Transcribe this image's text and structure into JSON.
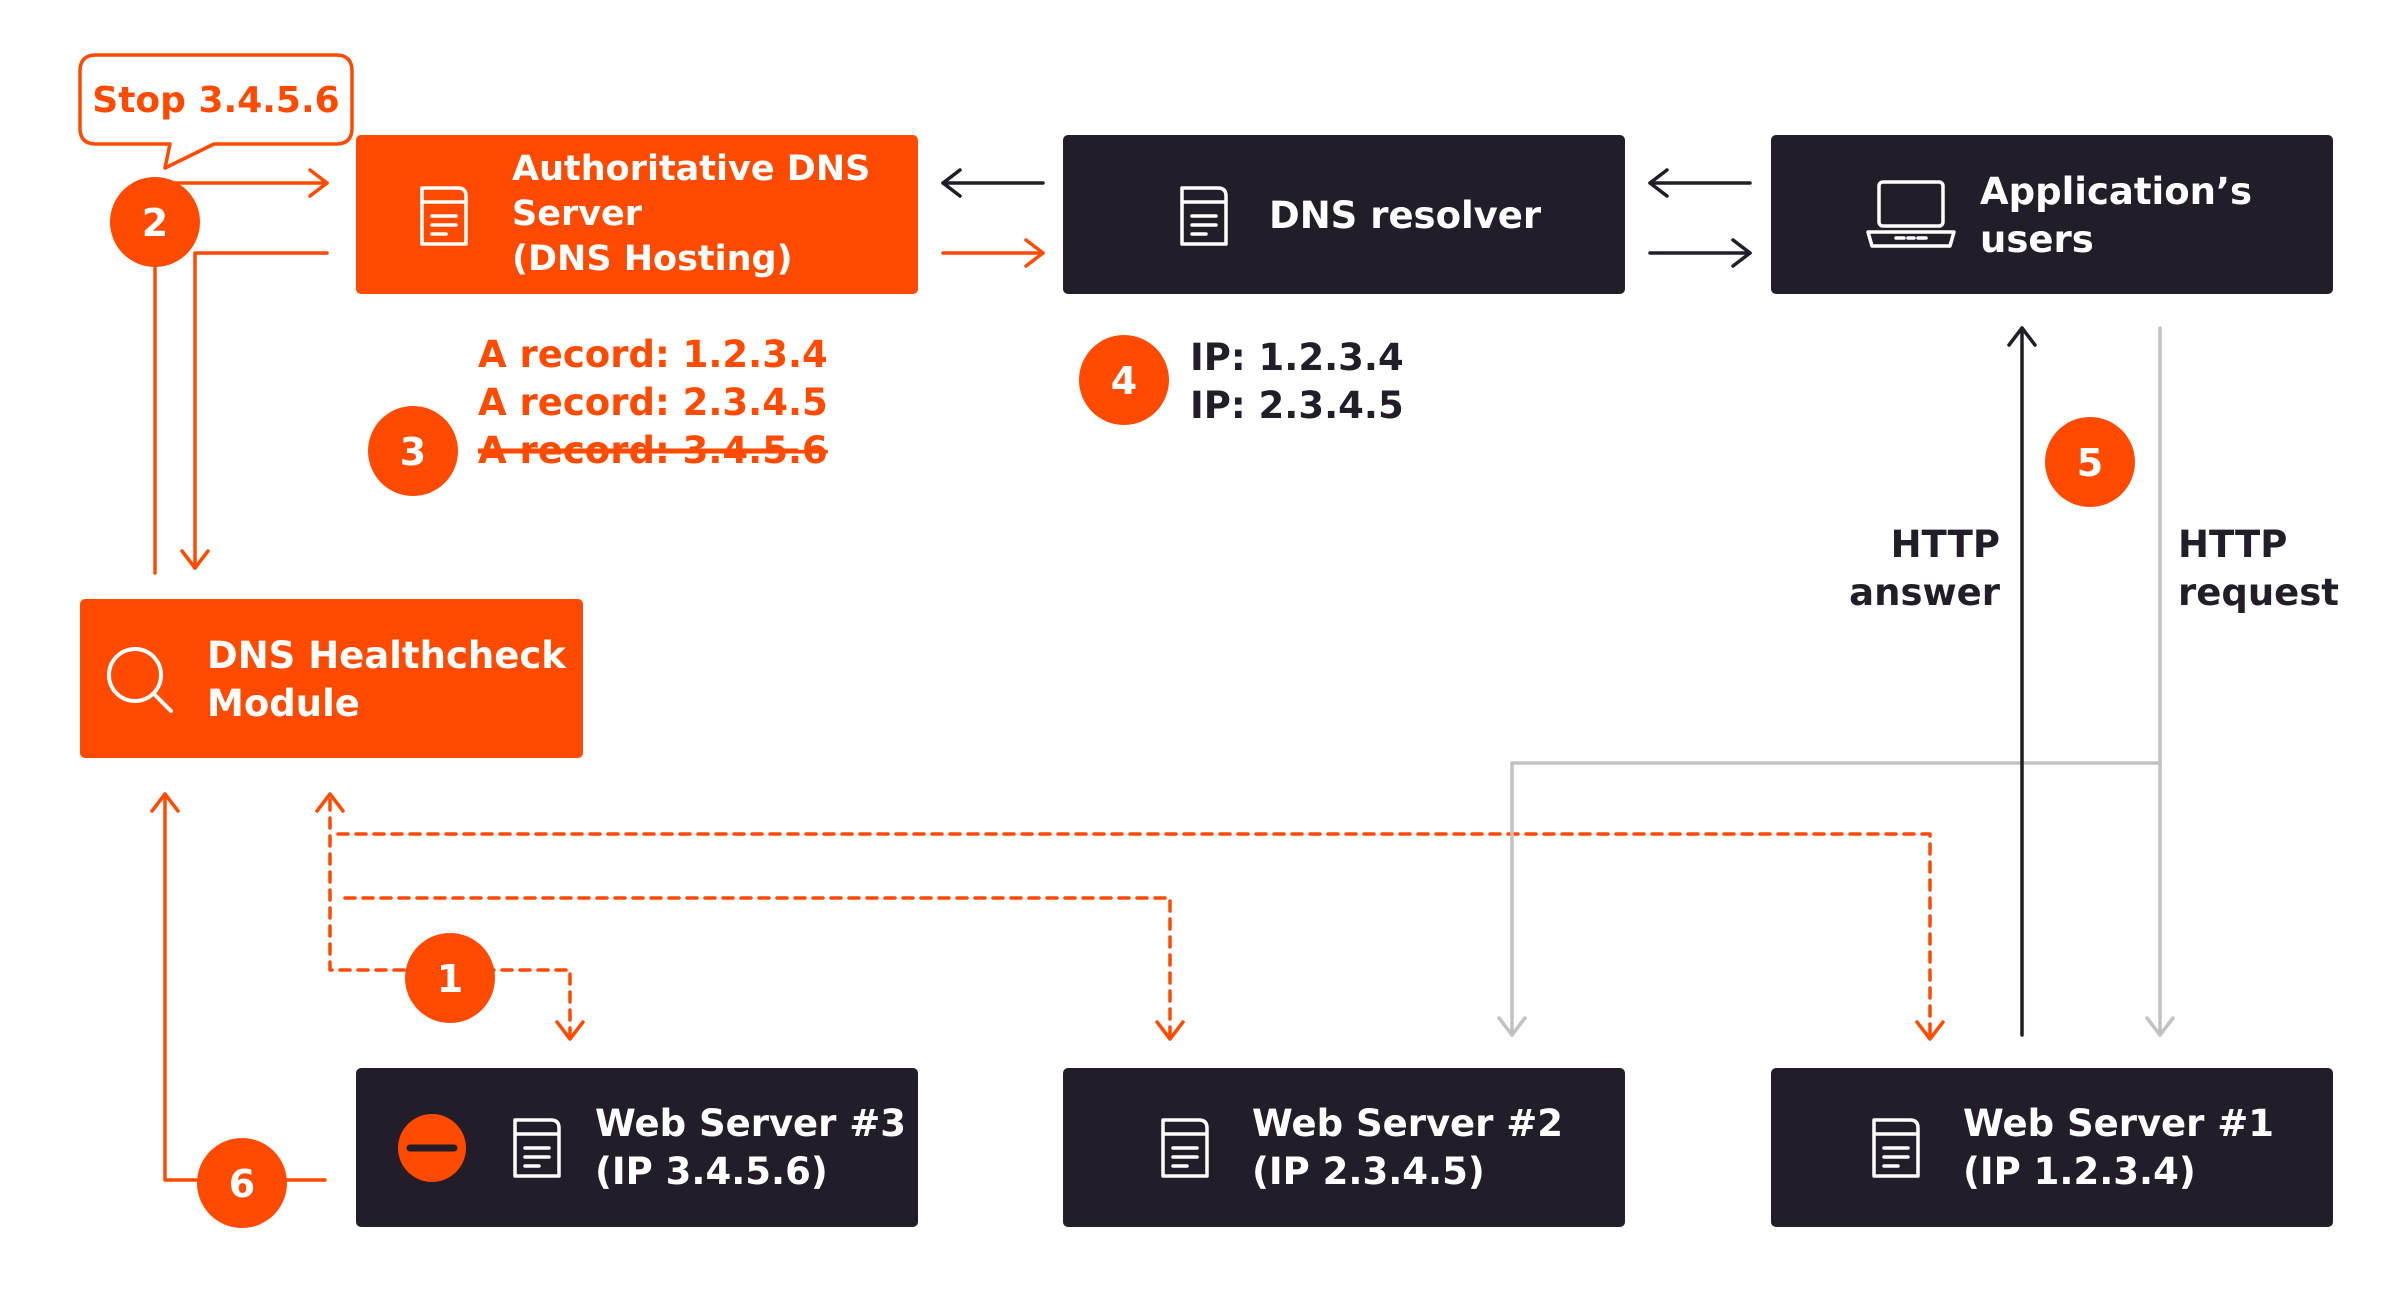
{
  "colors": {
    "accent": "#ff4a00",
    "dark_box": "#231d29",
    "gray_line": "#c2c2c2",
    "white": "#ffffff"
  },
  "callout": {
    "text": "Stop 3.4.5.6"
  },
  "steps": [
    "1",
    "2",
    "3",
    "4",
    "5",
    "6"
  ],
  "authoritative": {
    "line1": "Authoritative DNS",
    "line2": "Server",
    "line3": "(DNS Hosting)",
    "icon": "server-icon"
  },
  "resolver": {
    "label": "DNS resolver",
    "icon": "server-icon"
  },
  "users": {
    "line1": "Application’s",
    "line2": "users",
    "icon": "laptop-icon"
  },
  "healthcheck": {
    "line1": "DNS Healthcheck",
    "line2": "Module",
    "icon": "search-icon"
  },
  "records": {
    "items": [
      "A record: 1.2.3.4",
      "A record: 2.3.4.5",
      "A record: 3.4.5.6"
    ],
    "struck_index": 2
  },
  "resolved_ips": [
    "IP: 1.2.3.4",
    "IP: 2.3.4.5"
  ],
  "http": {
    "answer": [
      "HTTP",
      "answer"
    ],
    "request": [
      "HTTP",
      "request"
    ]
  },
  "servers": [
    {
      "line1": "Web Server #3",
      "line2": "(IP 3.4.5.6)",
      "status": "stopped",
      "icon": "server-icon"
    },
    {
      "line1": "Web Server #2",
      "line2": "(IP 2.3.4.5)",
      "status": "active",
      "icon": "server-icon"
    },
    {
      "line1": "Web Server #1",
      "line2": "(IP 1.2.3.4)",
      "status": "active",
      "icon": "server-icon"
    }
  ]
}
